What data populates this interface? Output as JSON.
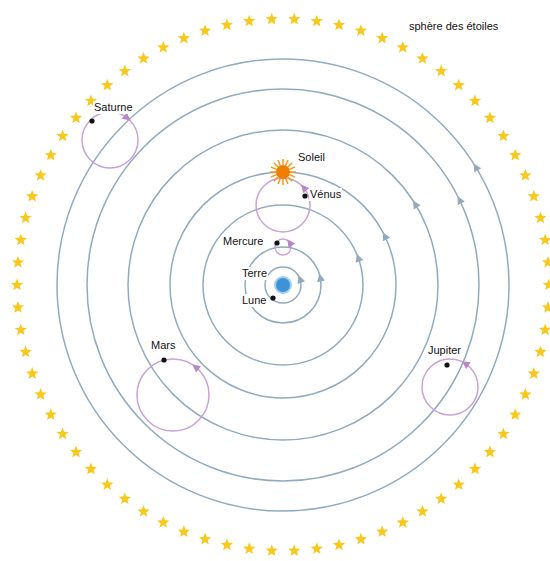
{
  "diagram": {
    "labels": [
      "sphère des étoiles",
      "Saturne",
      "Soleil",
      "Vénus",
      "Mercure",
      "Terre",
      "Lune",
      "Mars",
      "Jupiter"
    ]
  }
}
